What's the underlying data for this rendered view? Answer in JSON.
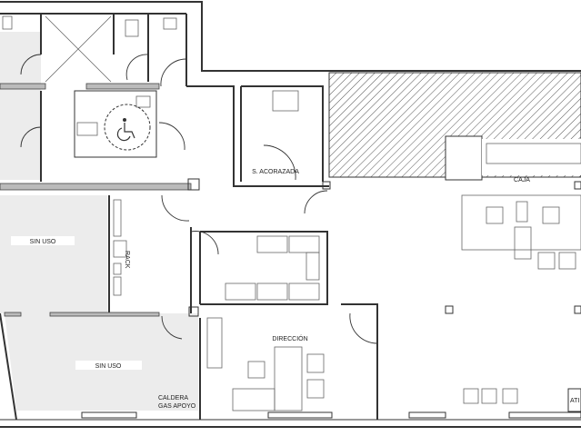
{
  "plan": {
    "rooms": {
      "unused_top": "SIN USO",
      "unused_bottom": "SIN USO",
      "vault": "S. ACORAZADA",
      "director": "DIRECCIÓN",
      "cashier": "CAJA",
      "boiler_line1": "CALDERA",
      "boiler_line2": "GAS APOYO",
      "atm": "ATI",
      "rack": "RACK"
    },
    "icons": [
      "wheelchair-accessible-icon"
    ],
    "colors": {
      "walls": "#333333",
      "unused_fill": "#ececec",
      "hatch": "#555555"
    }
  }
}
